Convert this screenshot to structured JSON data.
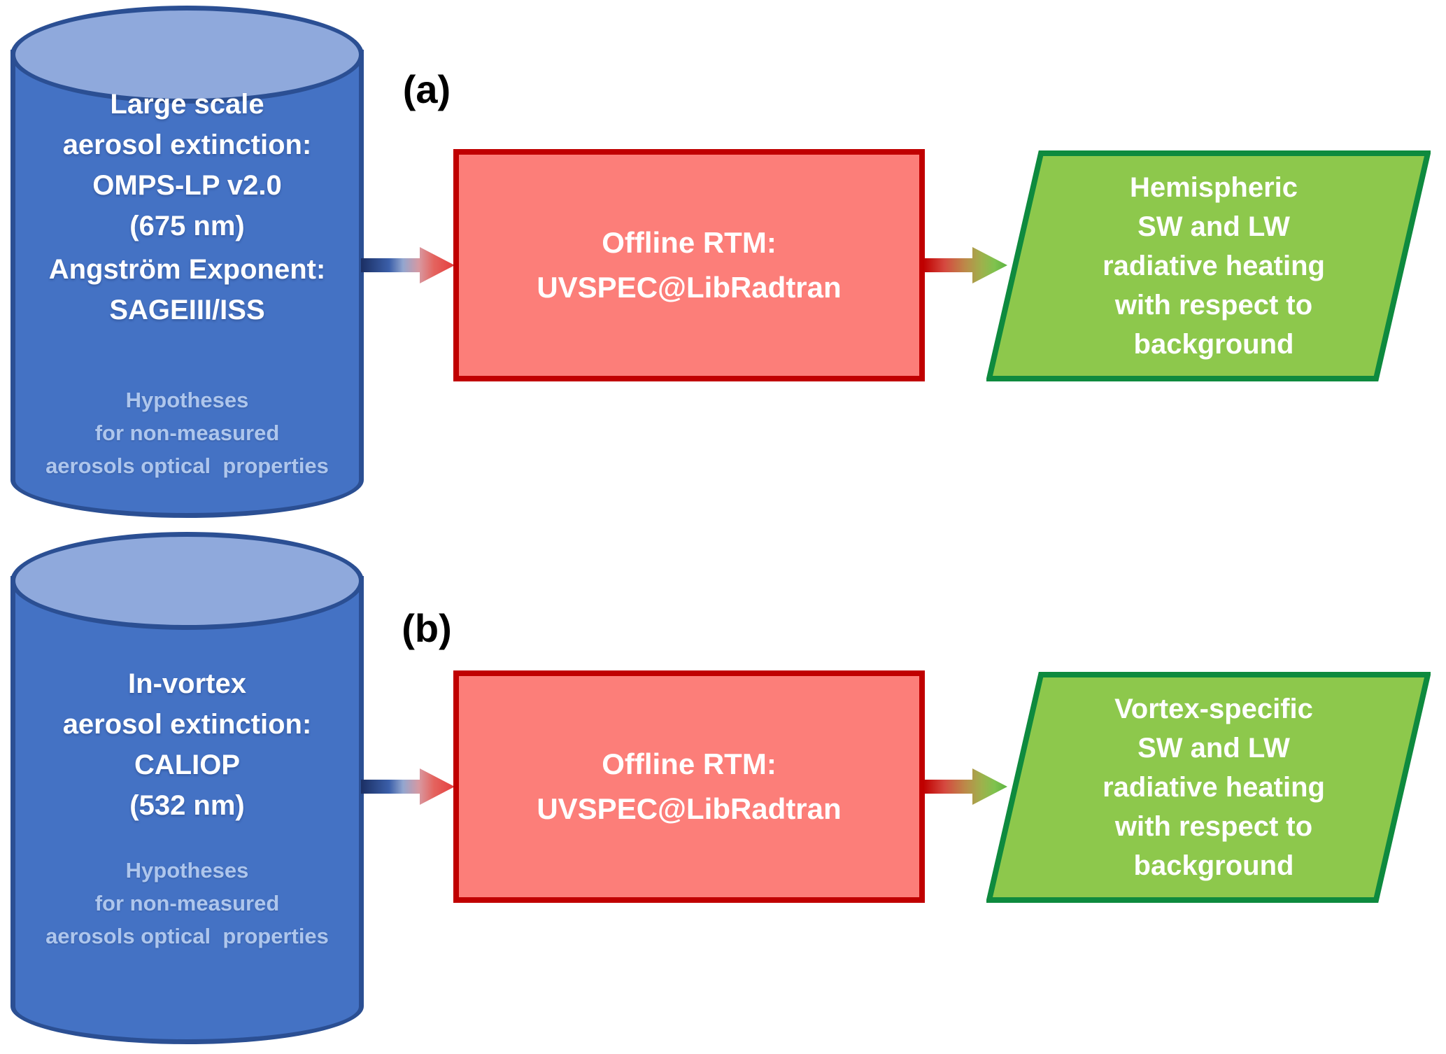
{
  "panels": [
    {
      "label": "(a)",
      "cylinder": {
        "main_lines": [
          "Large scale",
          "aerosol extinction:",
          "OMPS-LP v2.0",
          "(675 nm)"
        ],
        "sub_lines": [
          "Angström Exponent:",
          "SAGEIII/ISS"
        ],
        "hypotheses_lines": [
          "Hypotheses",
          "for non-measured",
          "aerosols optical  properties"
        ]
      },
      "process_lines": [
        "Offline RTM:",
        "UVSPEC@LibRadtran"
      ],
      "output_lines": [
        "Hemispheric",
        "SW and LW",
        "radiative heating",
        "with respect to",
        "background"
      ]
    },
    {
      "label": "(b)",
      "cylinder": {
        "main_lines": [
          "In-vortex",
          "aerosol extinction:",
          "CALIOP",
          "(532 nm)"
        ],
        "sub_lines": [],
        "hypotheses_lines": [
          "Hypotheses",
          "for non-measured",
          "aerosols optical  properties"
        ]
      },
      "process_lines": [
        "Offline RTM:",
        "UVSPEC@LibRadtran"
      ],
      "output_lines": [
        "Vortex-specific",
        "SW and LW",
        "radiative heating",
        "with respect to",
        "background"
      ]
    }
  ],
  "colors": {
    "cylinder_fill": "#4472C4",
    "cylinder_top_fill": "#8FA9DC",
    "cylinder_border": "#2B4F93",
    "cylinder_hypotheses_text": "#AEC6EC",
    "process_fill": "#FC7E79",
    "process_border": "#C00000",
    "output_fill": "#8DC84C",
    "output_border": "#0E8A3E",
    "arrow_blue_start": "#1B2F63",
    "arrow_red_end": "#E63E3E",
    "arrow_darkred_start": "#BF0000",
    "arrow_green_end": "#5DB342",
    "text_on_shapes": "#FFFFFF",
    "label_text": "#000000"
  }
}
